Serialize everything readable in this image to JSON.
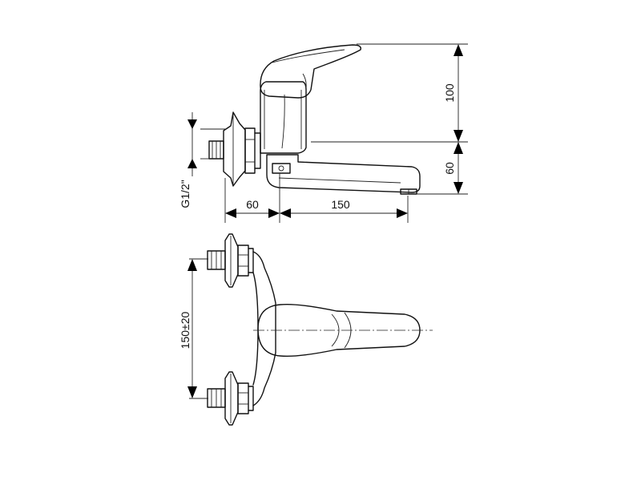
{
  "dimensions": {
    "height_handle": "100",
    "height_spout": "60",
    "thread": "G1/2\"",
    "depth_wall": "60",
    "spout_reach": "150",
    "inlet_spacing": "150±20"
  },
  "colors": {
    "line": "#111111",
    "background": "#ffffff"
  }
}
